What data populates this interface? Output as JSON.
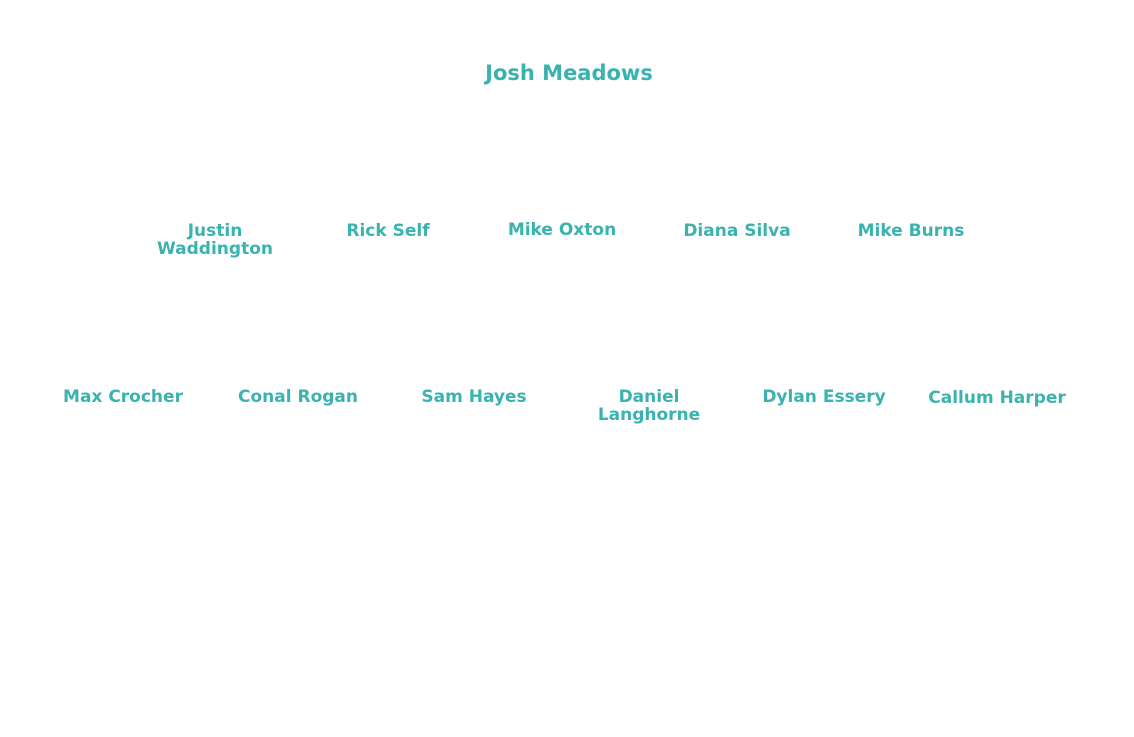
{
  "chart": {
    "accent_color": "#3ab3b0",
    "background_color": "#ffffff",
    "root": {
      "name": "Josh Meadows"
    },
    "level1": [
      {
        "name": "Justin Waddington"
      },
      {
        "name": "Rick Self"
      },
      {
        "name": "Mike Oxton"
      },
      {
        "name": "Diana Silva"
      },
      {
        "name": "Mike Burns"
      }
    ],
    "level2": [
      {
        "name": "Max Crocher"
      },
      {
        "name": "Conal Rogan"
      },
      {
        "name": "Sam Hayes"
      },
      {
        "name": "Daniel Langhorne"
      },
      {
        "name": "Dylan Essery"
      },
      {
        "name": "Callum Harper"
      }
    ]
  }
}
